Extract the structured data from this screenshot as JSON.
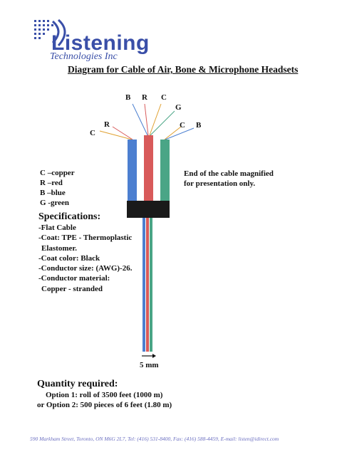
{
  "header": {
    "logo_word": "Listening",
    "logo_sub": "Technologies Inc",
    "title": "Diagram for Cable of Air, Bone & Microphone Headsets",
    "brand_color": "#3a4fa8"
  },
  "wire_labels": {
    "left_c": "C",
    "left_r": "R",
    "top_b": "B",
    "top_r": "R",
    "top_c": "C",
    "top_g": "G",
    "right_c": "C",
    "right_b": "B"
  },
  "legend": [
    "C –copper",
    "R –red",
    "B –blue",
    "G -green"
  ],
  "note": [
    "End of the cable magnified",
    "for presentation only."
  ],
  "specifications": {
    "heading": "Specifications:",
    "lines": [
      "-Flat Cable",
      "-Coat: TPE - Thermoplastic",
      " Elastomer.",
      "-Coat color: Black",
      "-Conductor size: (AWG)-26.",
      "-Conductor material:",
      " Copper - stranded"
    ]
  },
  "scale": {
    "label": "5 mm"
  },
  "quantity": {
    "heading": "Quantity required:",
    "options": [
      "Option 1:  roll of 3500 feet (1000 m)",
      "or Option 2:  500 pieces of 6 feet (1.80 m)"
    ]
  },
  "footer": "590 Markham Street, Toronto, ON M6G 2L7, Tel: (416) 531-8400, Fax: (416) 588-4459, E-mail: listen@idirect.com",
  "colors": {
    "blue": "#4c7fd0",
    "red": "#d85a5a",
    "green": "#4aa586",
    "coat": "#1a1a1a",
    "copper": "#e0a030"
  }
}
